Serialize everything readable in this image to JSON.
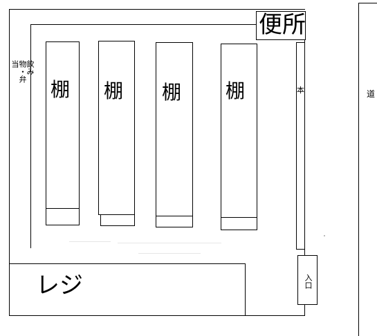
{
  "diagram": {
    "restroom_label": "便所",
    "drinks_bento_label": "飲み物・弁当",
    "shelves": [
      {
        "label": "棚"
      },
      {
        "label": "棚"
      },
      {
        "label": "棚"
      },
      {
        "label": "棚"
      }
    ],
    "books_label": "本",
    "register_label": "レジ",
    "entrance_label": "入口",
    "road_label": "道"
  }
}
